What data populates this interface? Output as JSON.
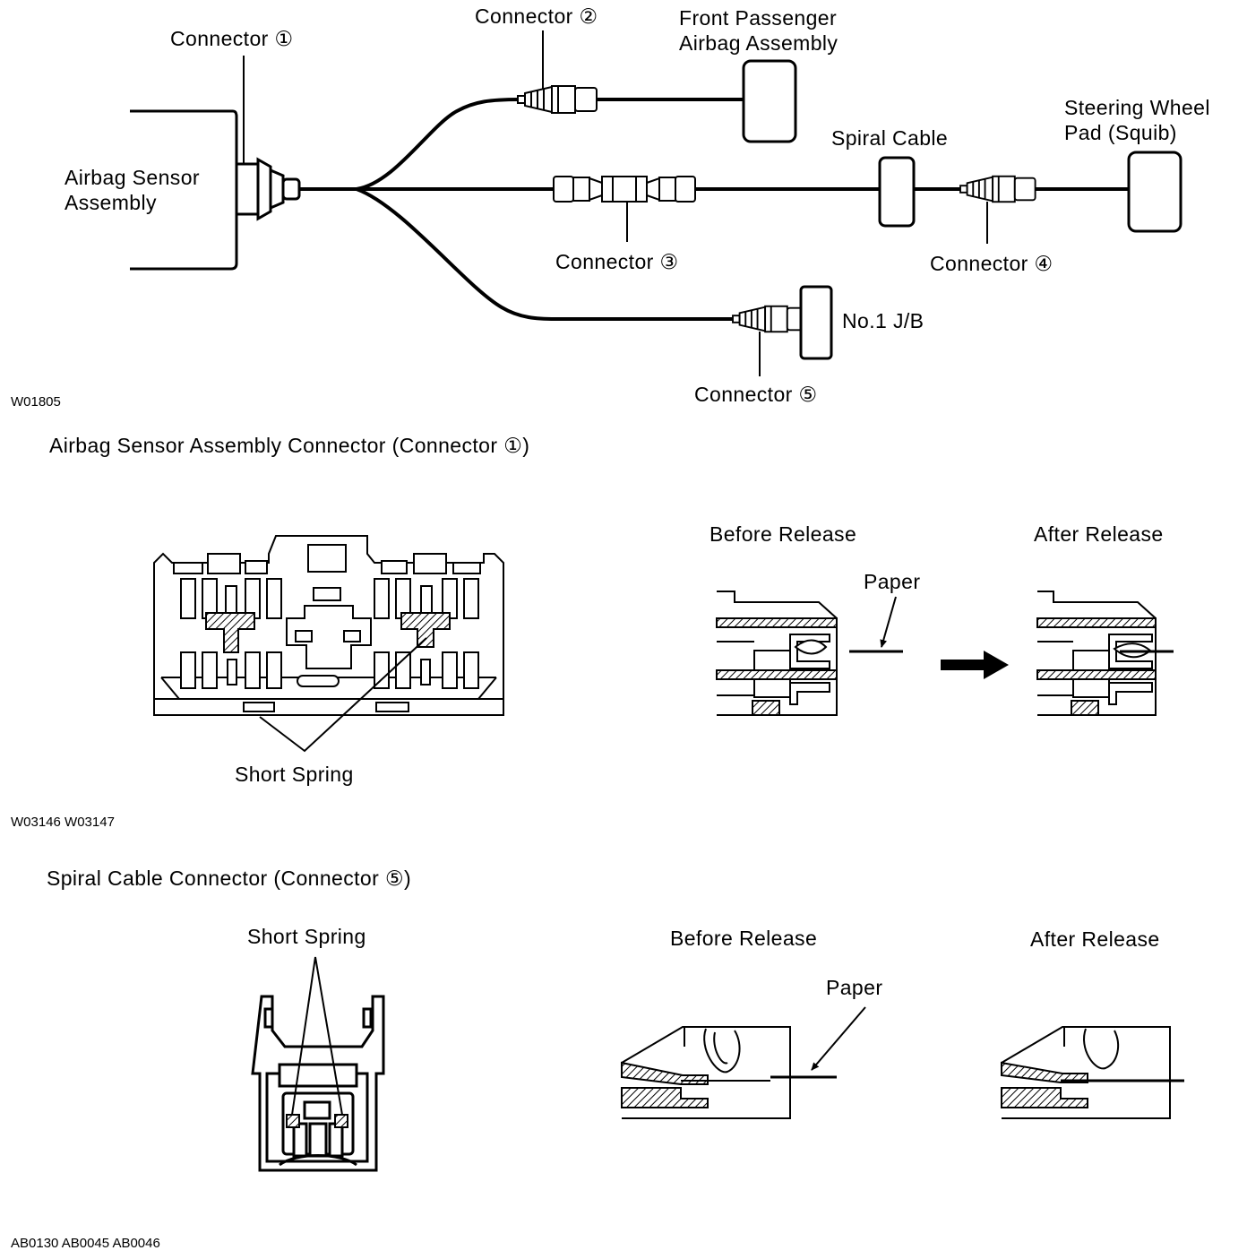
{
  "diagram1": {
    "sensor_label_1": "Airbag Sensor",
    "sensor_label_2": "Assembly",
    "connector_1": "Connector ①",
    "connector_2": "Connector ②",
    "front_airbag_1": "Front Passenger",
    "front_airbag_2": "Airbag Assembly",
    "spiral_cable": "Spiral Cable",
    "steering_pad_1": "Steering Wheel",
    "steering_pad_2": "Pad (Squib)",
    "connector_3": "Connector ③",
    "connector_4": "Connector ④",
    "junction_block": "No.1 J/B",
    "connector_5": "Connector ⑤",
    "code": "W01805"
  },
  "section2": {
    "title": "Airbag Sensor Assembly Connector (Connector ①)",
    "short_spring": "Short Spring",
    "before_release": "Before Release",
    "after_release": "After Release",
    "paper": "Paper",
    "code": "W03146 W03147"
  },
  "section3": {
    "title": "Spiral Cable Connector (Connector ⑤)",
    "short_spring": "Short Spring",
    "before_release": "Before Release",
    "after_release": "After Release",
    "paper": "Paper",
    "code": "AB0130 AB0045 AB0046"
  }
}
